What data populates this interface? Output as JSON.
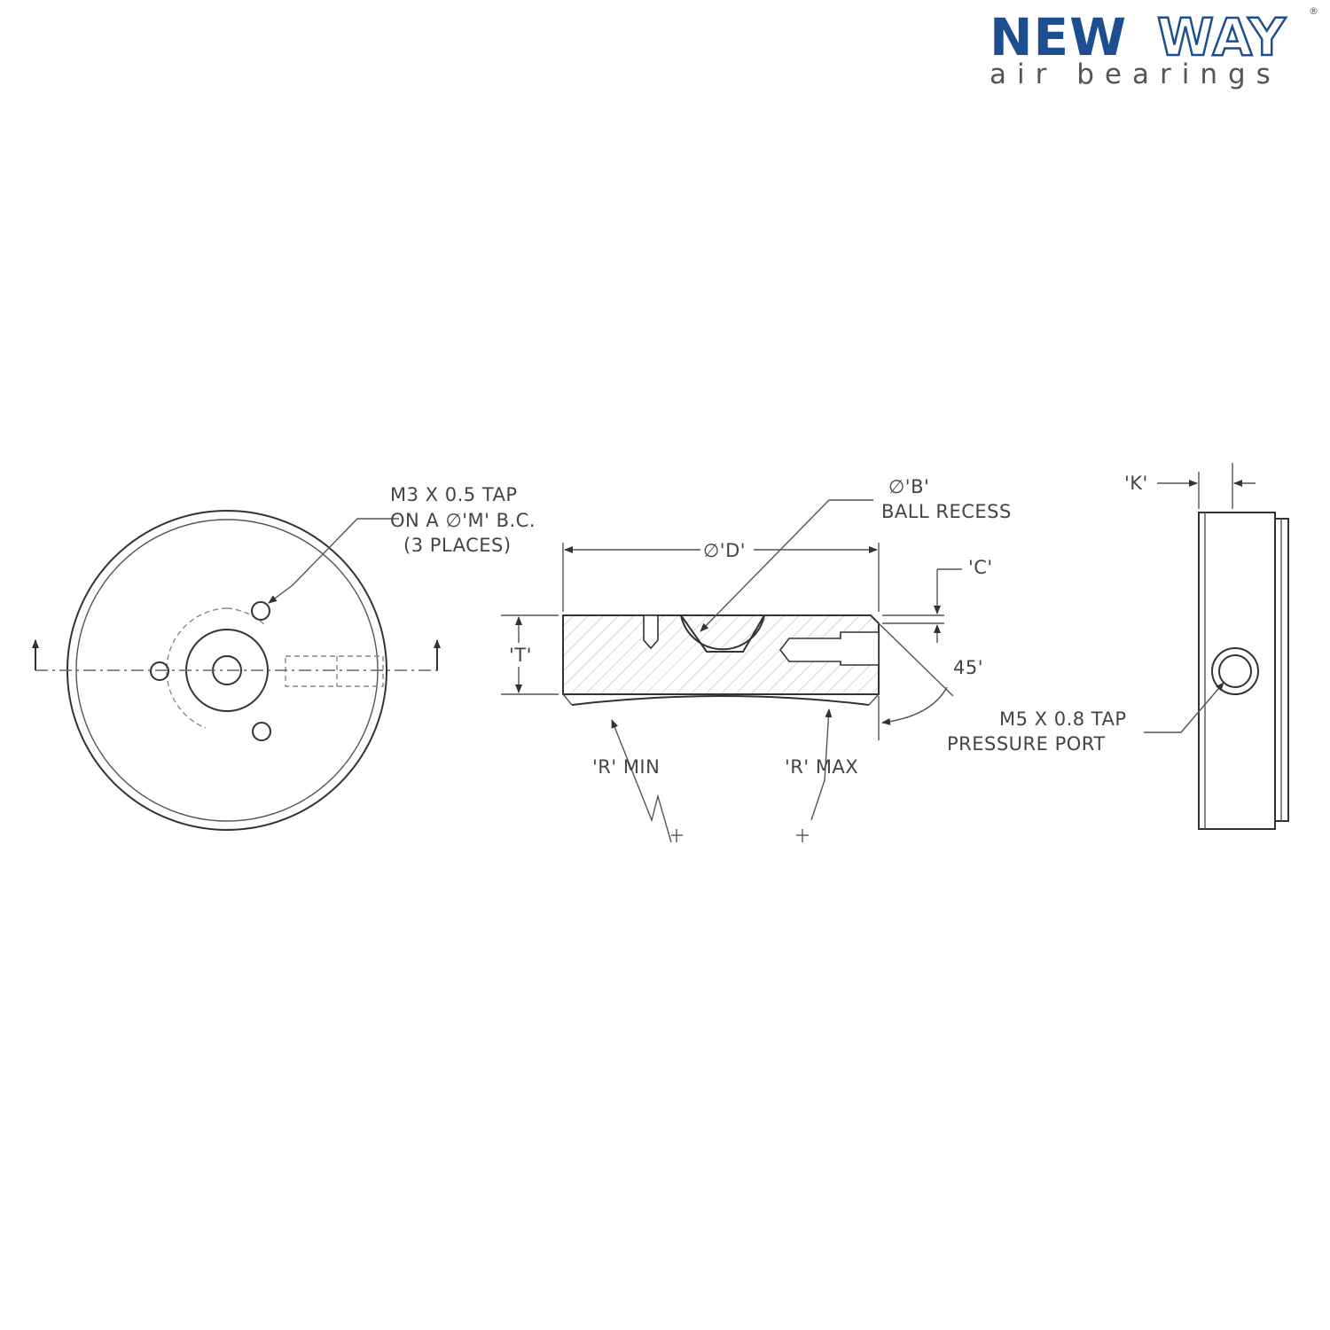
{
  "logo": {
    "word_solid": "NEW",
    "word_outline": "WAY",
    "tagline": "air bearings",
    "registered_mark": "®"
  },
  "front_view": {
    "tap_note": [
      "M3 X 0.5 TAP",
      "ON A ∅'M' B.C.",
      "(3 PLACES)"
    ]
  },
  "section_view": {
    "ball_recess": [
      "∅'B'",
      "BALL RECESS"
    ],
    "diameter": "∅'D'",
    "thickness": "'T'",
    "chamfer_height": "'C'",
    "chamfer_angle": "45'",
    "radius_min": "'R' MIN",
    "radius_max": "'R' MAX"
  },
  "side_view": {
    "k_dim": "'K'",
    "port_note": [
      "M5 X 0.8 TAP",
      "PRESSURE PORT"
    ]
  },
  "colors": {
    "brand_blue": "#1d4e8f",
    "line": "#333333",
    "text": "#444444"
  }
}
